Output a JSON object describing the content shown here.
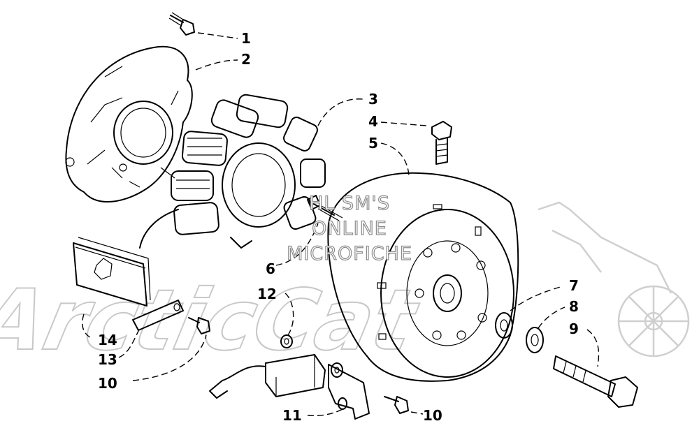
{
  "watermark": {
    "lines": [
      "HL SM'S",
      "ONLINE",
      "MICROFICHE"
    ],
    "logo_text": "ArcticCat"
  },
  "callouts": [
    {
      "key": "c1",
      "label": "1"
    },
    {
      "key": "c2",
      "label": "2"
    },
    {
      "key": "c3",
      "label": "3"
    },
    {
      "key": "c4",
      "label": "4"
    },
    {
      "key": "c5",
      "label": "5"
    },
    {
      "key": "c6",
      "label": "6"
    },
    {
      "key": "c7",
      "label": "7"
    },
    {
      "key": "c8",
      "label": "8"
    },
    {
      "key": "c9",
      "label": "9"
    },
    {
      "key": "c10a",
      "label": "10"
    },
    {
      "key": "c10b",
      "label": "10"
    },
    {
      "key": "c11",
      "label": "11"
    },
    {
      "key": "c12",
      "label": "12"
    },
    {
      "key": "c13",
      "label": "13"
    },
    {
      "key": "c14",
      "label": "14"
    }
  ]
}
